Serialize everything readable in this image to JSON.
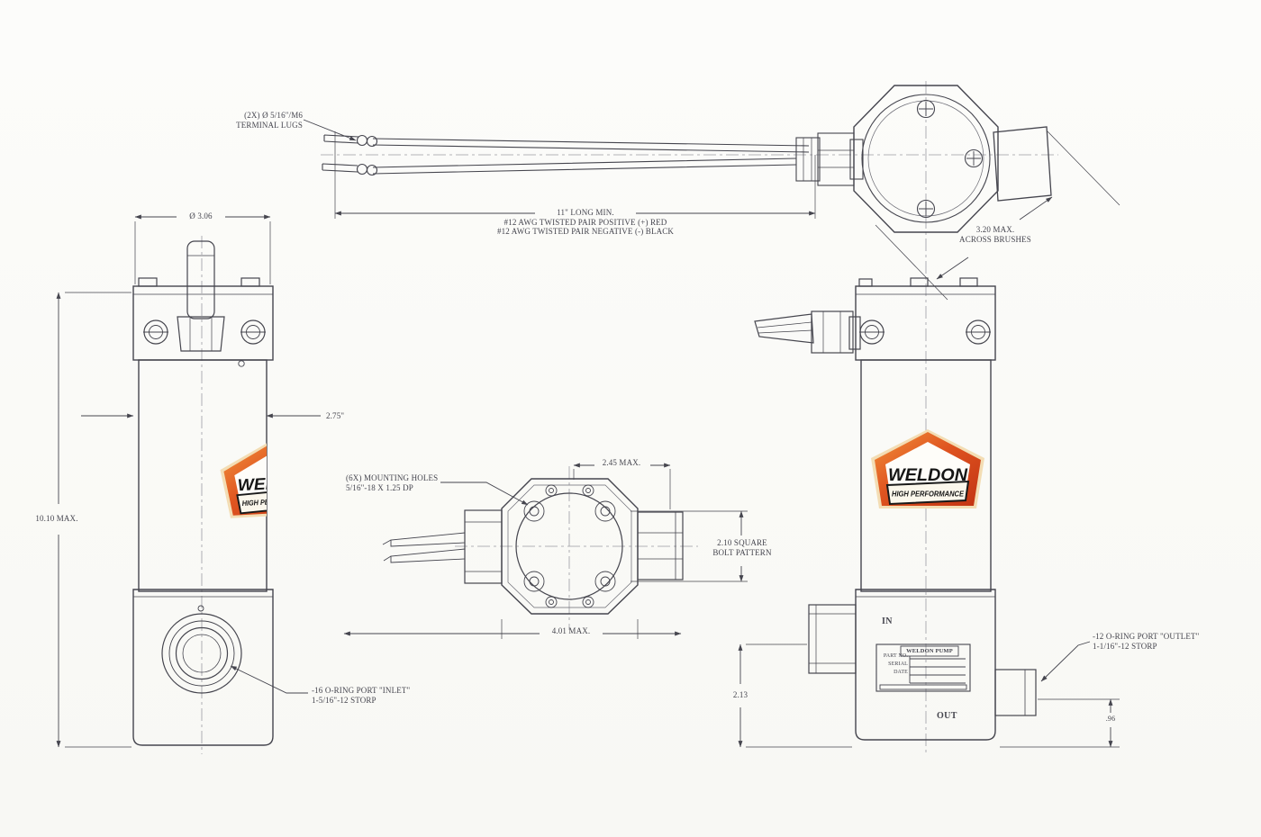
{
  "drawing": {
    "colors": {
      "line": "#45454e",
      "text": "#45454e",
      "background": "#fbfbf8",
      "logo_red": "#c23312",
      "logo_orange": "#ef8030",
      "logo_cream": "#f3ddb4",
      "logo_black": "#161616"
    },
    "top_view": {
      "terminal_note1": "(2X) Ø 5/16\"/M6",
      "terminal_note2": "TERMINAL LUGS",
      "wire_note1": "11\" LONG MIN.",
      "wire_note2": "#12 AWG TWISTED PAIR POSITIVE (+) RED",
      "wire_note3": "#12 AWG TWISTED PAIR NEGATIVE (-) BLACK",
      "brushes_note1": "3.20 MAX.",
      "brushes_note2": "ACROSS BRUSHES"
    },
    "front_view": {
      "diameter": "Ø 3.06",
      "body_width": "2.75\"",
      "overall_height": "10.10 MAX.",
      "inlet_note1": "-16 O-RING PORT \"INLET\"",
      "inlet_note2": "1-5/16\"-12 STORP"
    },
    "bottom_view": {
      "mounting_note1": "(6X) MOUNTING HOLES",
      "mounting_note2": "5/16\"-18 X 1.25 DP",
      "cap_width": "2.45 MAX.",
      "flange_width": "4.01 MAX.",
      "bolt_pattern1": "2.10 SQUARE",
      "bolt_pattern2": "BOLT PATTERN"
    },
    "side_view": {
      "in_label": "IN",
      "out_label": "OUT",
      "plate_title": "WELDON PUMP",
      "plate_row1": "PART NO.",
      "plate_row2": "SERIAL",
      "plate_row3": "DATE",
      "outlet_note1": "-12 O-RING PORT \"OUTLET\"",
      "outlet_note2": "1-1/16\"-12 STORP",
      "inlet_height": "2.13",
      "outlet_height": ".96"
    },
    "logo": {
      "brand": "WELDON",
      "tagline": "HIGH PERFORMANCE"
    }
  }
}
